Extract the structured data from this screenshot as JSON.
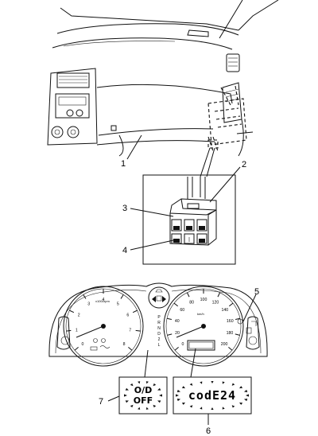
{
  "callouts": {
    "dash_lid": "1",
    "connector_body": "2",
    "terminal_upper": "3",
    "terminal_lower": "4",
    "cluster_lamp": "5",
    "odometer_display": "6",
    "od_off_indicator": "7"
  },
  "tachometer": {
    "unit": "x1000rpm",
    "ticks": [
      "0",
      "1",
      "2",
      "3",
      "4",
      "5",
      "6",
      "7",
      "8"
    ]
  },
  "speedometer": {
    "unit": "km/h",
    "ticks": [
      "0",
      "20",
      "40",
      "60",
      "80",
      "100",
      "120",
      "140",
      "160",
      "180",
      "200"
    ]
  },
  "gear_positions": [
    "P",
    "R",
    "N",
    "D",
    "2",
    "L"
  ],
  "indicator_display": {
    "line1": "O/D",
    "line2": "OFF"
  },
  "code_display": {
    "text": "codE24"
  }
}
